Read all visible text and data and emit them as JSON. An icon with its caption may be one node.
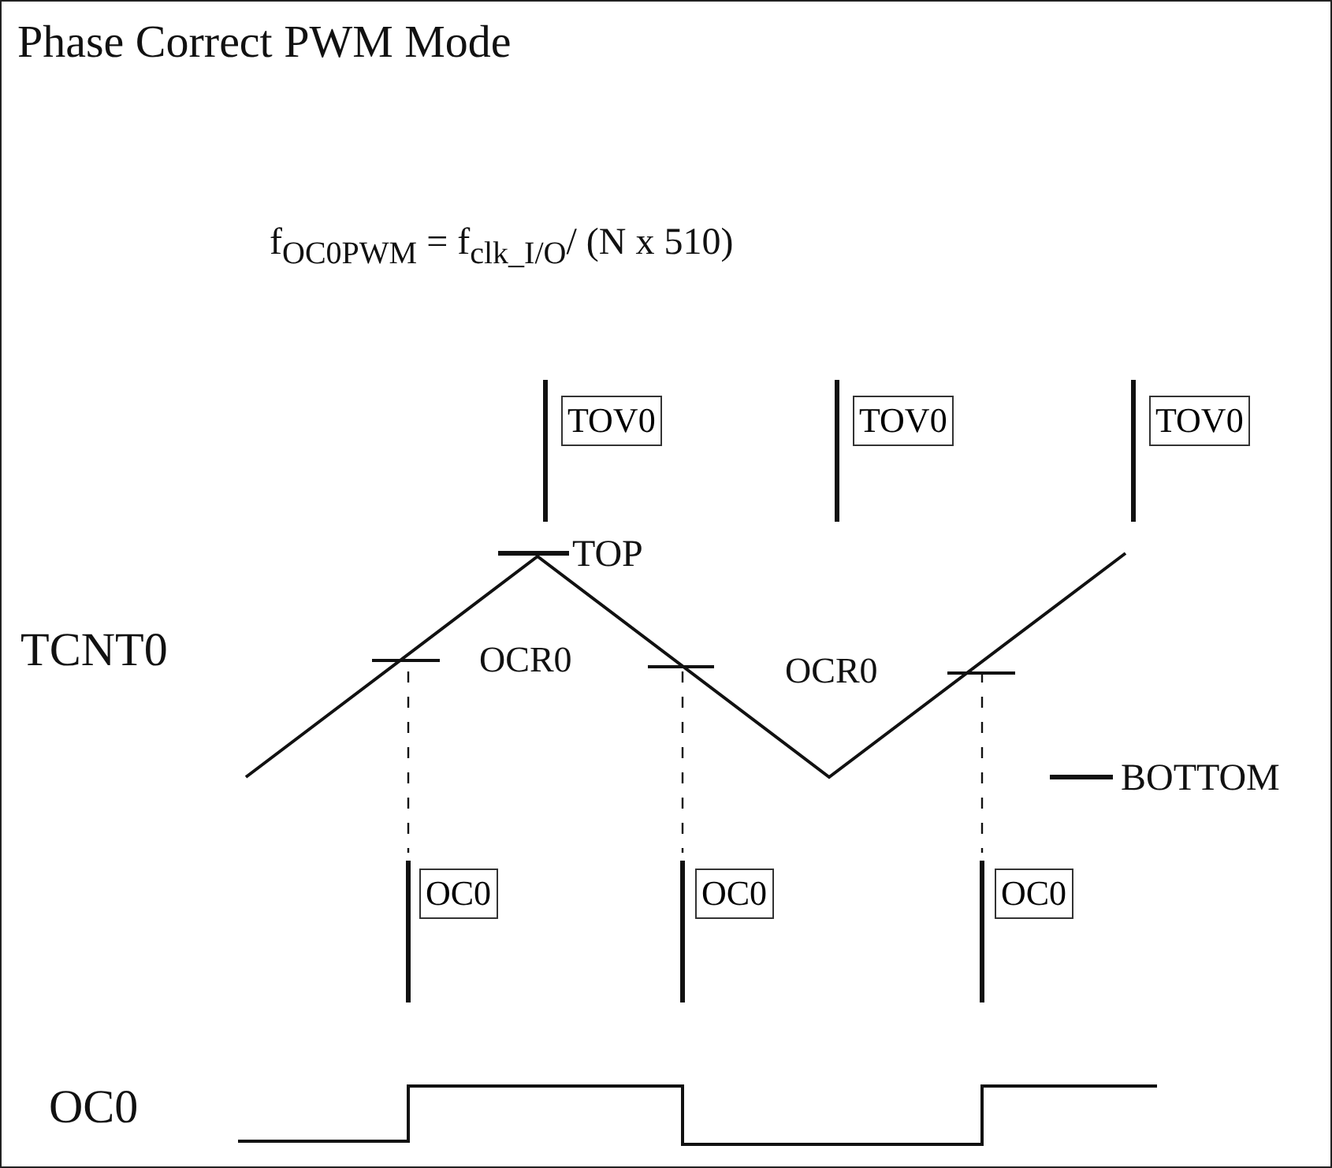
{
  "diagram": {
    "title": "Phase Correct PWM Mode",
    "nodes": [
      {
        "text": [
          "TOV0"
        ]
      },
      {
        "text": [
          "TOV0"
        ]
      },
      {
        "text": [
          "TOV0"
        ]
      },
      {
        "text": [
          "OC0"
        ]
      },
      {
        "text": [
          "OC0"
        ]
      },
      {
        "text": [
          "OC0"
        ]
      }
    ],
    "labels": [
      "f$_{OC0PWM}$ = f$_{clk_I/O}$/ (N x 510)",
      "TOP",
      "TCNT0",
      "OCR0",
      "OCR0",
      "BOTTOM",
      "OC0"
    ]
  }
}
